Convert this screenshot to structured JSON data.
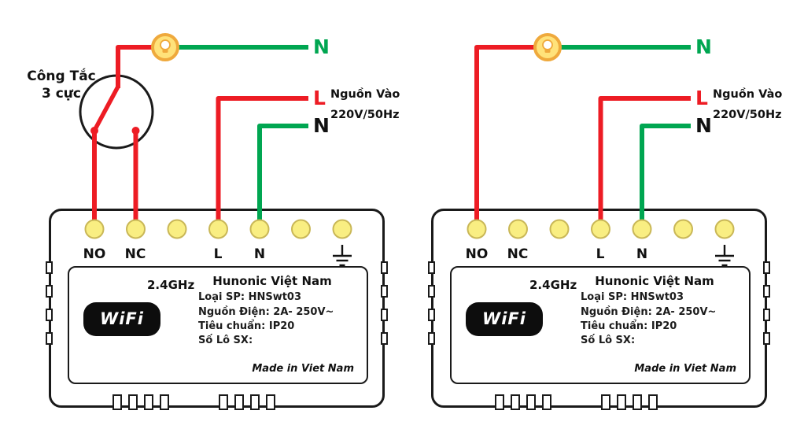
{
  "colors": {
    "live_wire": "#ED1C24",
    "neutral_wire": "#00A651",
    "terminal_fill": "#F9EE82",
    "lamp_yellow": "#FFE27A",
    "outline": "#1A1A1A"
  },
  "left": {
    "switch_label_line1": "Công Tắc",
    "switch_label_line2": "3 cực",
    "neutral_out_label": "N",
    "live_in_label": "L",
    "neutral_in_label": "N",
    "source_line1": "Nguồn Vào",
    "source_line2": "220V/50Hz",
    "terminals": {
      "no": "NO",
      "nc": "NC",
      "live": "L",
      "neutral": "N"
    },
    "device": {
      "band": "2.4GHz",
      "wifi_logo": "WiFi",
      "brand": "Hunonic Việt Nam",
      "product": "Loại SP: HNSwt03",
      "power": "Nguồn Điện: 2A- 250V~",
      "standard": "Tiêu chuẩn: IP20",
      "lot": "Số Lô SX:",
      "made_in": "Made in Viet Nam"
    }
  },
  "right": {
    "neutral_out_label": "N",
    "live_in_label": "L",
    "neutral_in_label": "N",
    "source_line1": "Nguồn Vào",
    "source_line2": "220V/50Hz",
    "terminals": {
      "no": "NO",
      "nc": "NC",
      "live": "L",
      "neutral": "N"
    },
    "device": {
      "band": "2.4GHz",
      "wifi_logo": "WiFi",
      "brand": "Hunonic Việt Nam",
      "product": "Loại SP: HNSwt03",
      "power": "Nguồn Điện: 2A- 250V~",
      "standard": "Tiêu chuẩn: IP20",
      "lot": "Số Lô SX:",
      "made_in": "Made in Viet Nam"
    }
  }
}
